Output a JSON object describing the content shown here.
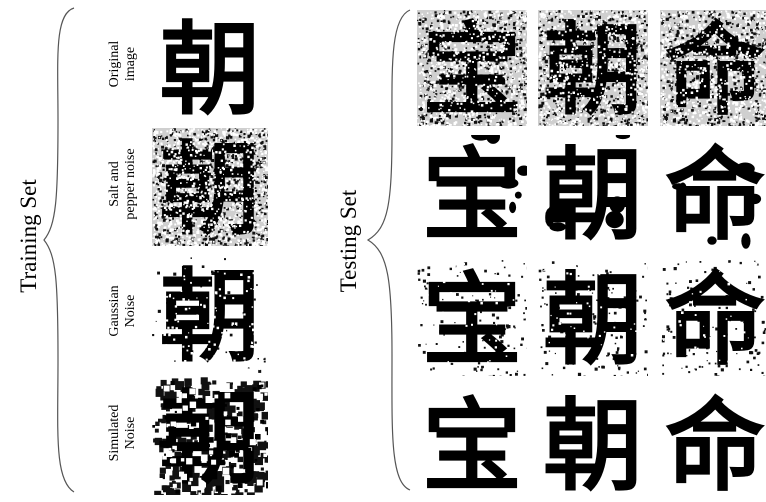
{
  "training": {
    "title": "Training Set",
    "rows": [
      {
        "label_line1": "Original",
        "label_line2": "image",
        "character": "朝",
        "kind": "original"
      },
      {
        "label_line1": "Salt and",
        "label_line2": "pepper noise",
        "character": "朝",
        "kind": "salt-pepper"
      },
      {
        "label_line1": "Gaussian",
        "label_line2": "Noise",
        "character": "朝",
        "kind": "gaussian"
      },
      {
        "label_line1": "Simulated",
        "label_line2": "Noise",
        "character": "朝",
        "kind": "simulated"
      }
    ]
  },
  "testing": {
    "title": "Testing Set",
    "columns": [
      "宝",
      "朝",
      "命"
    ],
    "rows": [
      {
        "kind": "heavy-noise"
      },
      {
        "kind": "blot-noise"
      },
      {
        "kind": "light-noise"
      },
      {
        "kind": "clean"
      }
    ]
  }
}
